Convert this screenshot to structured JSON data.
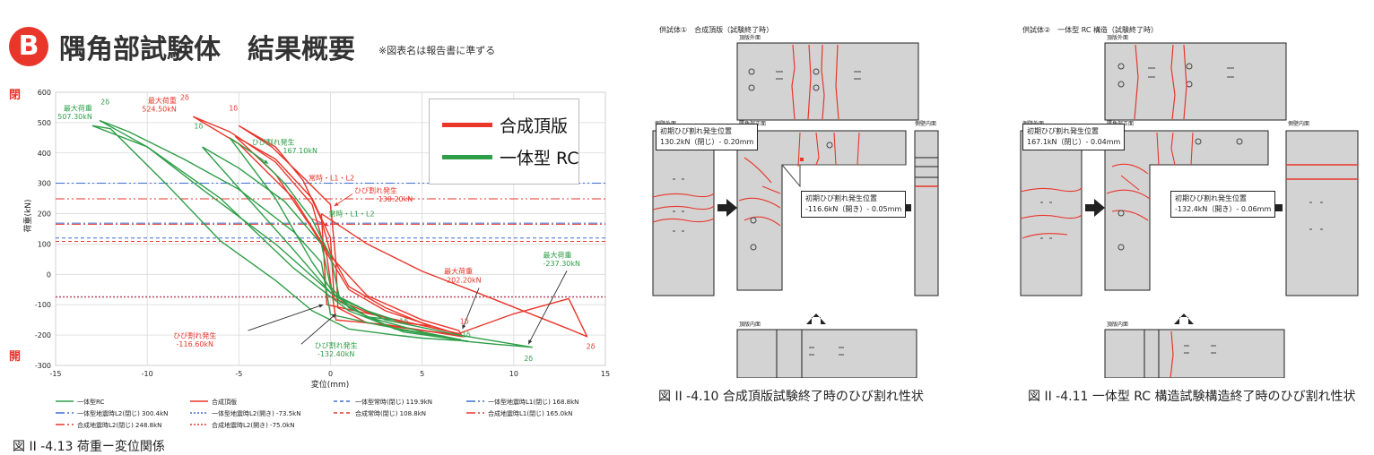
{
  "header": {
    "badge": "B",
    "title_part1": "隅角部試験体",
    "title_part2": "結果概要",
    "note": "※図表名は報告書に準ずる"
  },
  "side_labels": {
    "top": "閉",
    "bottom": "開"
  },
  "colors": {
    "red": "#e8362b",
    "green": "#2e9e48",
    "blue": "#3f6fd0",
    "badge": "#e8362b"
  },
  "chart_data": {
    "type": "line",
    "xlabel": "変位(mm)",
    "ylabel": "荷重(kN)",
    "xlim": [
      -15,
      15
    ],
    "ylim": [
      -300,
      600
    ],
    "xticks": [
      -15,
      -10,
      -5,
      0,
      5,
      10,
      15
    ],
    "yticks": [
      -300,
      -200,
      -100,
      0,
      100,
      200,
      300,
      400,
      500,
      600
    ],
    "grid": true,
    "legend_position": "top-right",
    "series": [
      {
        "name": "合成頂版",
        "color": "#e8362b",
        "loops": [
          [
            [
              -5,
              490
            ],
            [
              -3.2,
              420
            ],
            [
              -1.5,
              320
            ],
            [
              0,
              230
            ],
            [
              0.3,
              40
            ],
            [
              0.4,
              -110
            ],
            [
              2,
              -160
            ],
            [
              5,
              -185
            ],
            [
              7.1,
              -200
            ],
            [
              5,
              -160
            ],
            [
              3,
              -110
            ],
            [
              1,
              -40
            ],
            [
              0,
              70
            ],
            [
              -0.5,
              180
            ],
            [
              -1.5,
              310
            ],
            [
              -3,
              420
            ],
            [
              -5,
              490
            ]
          ],
          [
            [
              -7.5,
              520
            ],
            [
              -5.5,
              470
            ],
            [
              -3,
              370
            ],
            [
              -1,
              230
            ],
            [
              -0.2,
              60
            ],
            [
              0.3,
              -150
            ],
            [
              3,
              -165
            ],
            [
              7.2,
              -205
            ],
            [
              7,
              -185
            ],
            [
              5,
              -150
            ],
            [
              2,
              -70
            ],
            [
              0,
              60
            ],
            [
              -2,
              250
            ],
            [
              -5,
              430
            ],
            [
              -7.5,
              520
            ]
          ],
          [
            [
              -0.5,
              200
            ],
            [
              -0.2,
              -100
            ],
            [
              2.5,
              -135
            ],
            [
              7,
              -195
            ],
            [
              10,
              -130
            ],
            [
              13,
              -80
            ],
            [
              14,
              -205
            ],
            [
              13,
              -180
            ],
            [
              8,
              -60
            ],
            [
              5,
              10
            ],
            [
              2,
              100
            ],
            [
              0,
              180
            ],
            [
              -0.5,
              200
            ]
          ],
          [
            [
              -5.2,
              455
            ],
            [
              -3,
              380
            ],
            [
              -1,
              250
            ],
            [
              0,
              120
            ],
            [
              0.2,
              -80
            ],
            [
              2,
              -125
            ],
            [
              4,
              -160
            ],
            [
              5.5,
              -170
            ],
            [
              3,
              -120
            ],
            [
              1,
              -50
            ],
            [
              -1,
              150
            ],
            [
              -3,
              330
            ],
            [
              -5.2,
              455
            ]
          ]
        ]
      },
      {
        "name": "一体型 RC",
        "color": "#2e9e48",
        "loops": [
          [
            [
              -12.6,
              507
            ],
            [
              -11,
              470
            ],
            [
              -8,
              380
            ],
            [
              -5,
              280
            ],
            [
              -2,
              140
            ],
            [
              -0.5,
              40
            ],
            [
              0,
              -132
            ],
            [
              2.5,
              -165
            ],
            [
              7.3,
              -220
            ],
            [
              9,
              -230
            ],
            [
              11,
              -240
            ],
            [
              7,
              -200
            ],
            [
              3,
              -150
            ],
            [
              0,
              -60
            ],
            [
              -3,
              100
            ],
            [
              -7,
              280
            ],
            [
              -10,
              420
            ],
            [
              -12.6,
              507
            ]
          ],
          [
            [
              -7,
              420
            ],
            [
              -5,
              350
            ],
            [
              -2.5,
              240
            ],
            [
              -0.5,
              100
            ],
            [
              0,
              -40
            ],
            [
              1,
              -110
            ],
            [
              3.5,
              -180
            ],
            [
              7.1,
              -215
            ],
            [
              5,
              -190
            ],
            [
              2,
              -140
            ],
            [
              0,
              -60
            ],
            [
              -2,
              80
            ],
            [
              -4.5,
              250
            ],
            [
              -7,
              420
            ]
          ],
          [
            [
              -13,
              490
            ],
            [
              -12,
              480
            ],
            [
              -9,
              300
            ],
            [
              -6,
              110
            ],
            [
              -3,
              -20
            ],
            [
              -1,
              -120
            ],
            [
              1,
              -180
            ],
            [
              3.5,
              -200
            ],
            [
              5,
              -210
            ],
            [
              7.5,
              -220
            ],
            [
              4,
              -190
            ],
            [
              1,
              -120
            ],
            [
              -2,
              20
            ],
            [
              -6,
              250
            ],
            [
              -10,
              420
            ],
            [
              -13,
              490
            ]
          ],
          [
            [
              -5.5,
              450
            ],
            [
              -4,
              390
            ],
            [
              -2.5,
              300
            ],
            [
              -1,
              180
            ],
            [
              0,
              60
            ],
            [
              0.5,
              -80
            ],
            [
              2,
              -120
            ],
            [
              3.5,
              -150
            ],
            [
              2,
              -140
            ],
            [
              0.5,
              -90
            ],
            [
              -1,
              40
            ],
            [
              -3,
              250
            ],
            [
              -5.5,
              450
            ]
          ]
        ]
      }
    ],
    "reference_lines": [
      {
        "label": "一体型常時(閉じ) 119.9kN",
        "y": 119.9,
        "color": "#3f6fd0",
        "dash": "4,3"
      },
      {
        "label": "一体型地震時L1(閉じ) 168.8kN",
        "y": 168.8,
        "color": "#3f6fd0",
        "dash": "10,3,2,3"
      },
      {
        "label": "一体型地震時L2(閉じ) 300.4kN",
        "y": 300.4,
        "color": "#3f6fd0",
        "dash": "10,3,2,3,2,3"
      },
      {
        "label": "一体型地震時L2(開き) -73.5kN",
        "y": -73.5,
        "color": "#3f6fd0",
        "dash": "2,2"
      },
      {
        "label": "合成常時(閉じ) 108.8kN",
        "y": 108.8,
        "color": "#e8362b",
        "dash": "4,3"
      },
      {
        "label": "合成地震時L1(閉じ) 165.0kN",
        "y": 165.0,
        "color": "#e8362b",
        "dash": "10,3,2,3"
      },
      {
        "label": "合成地震時L2(閉じ) 248.8kN",
        "y": 248.8,
        "color": "#e8362b",
        "dash": "10,3,2,3,2,3"
      },
      {
        "label": "合成地震時L2(開き) -75.0kN",
        "y": -75.0,
        "color": "#e8362b",
        "dash": "2,2"
      }
    ],
    "annotations": [
      {
        "text": "最大荷重",
        "x": -13,
        "y": 540,
        "color": "green",
        "align": "end"
      },
      {
        "text": "507.30kN",
        "x": -13,
        "y": 512,
        "color": "green",
        "align": "end"
      },
      {
        "text": "2δ",
        "x": -12.3,
        "y": 560,
        "color": "green",
        "align": "middle"
      },
      {
        "text": "1δ",
        "x": -7.2,
        "y": 480,
        "color": "green",
        "align": "middle"
      },
      {
        "text": "最大荷重",
        "x": -8.4,
        "y": 565,
        "color": "red",
        "align": "end"
      },
      {
        "text": "524.50kN",
        "x": -8.4,
        "y": 537,
        "color": "red",
        "align": "end"
      },
      {
        "text": "2δ",
        "x": -8.2,
        "y": 575,
        "color": "red",
        "align": "start"
      },
      {
        "text": "1δ",
        "x": -5.3,
        "y": 540,
        "color": "red",
        "align": "middle"
      },
      {
        "text": "ひび割れ発生",
        "x": -4.3,
        "y": 427,
        "color": "green",
        "align": "start"
      },
      {
        "text": "167.10kN",
        "x": -2.6,
        "y": 399,
        "color": "green",
        "align": "start"
      },
      {
        "text": "常時・L1・L2",
        "x": -1.2,
        "y": 310,
        "color": "red",
        "align": "start"
      },
      {
        "text": "ひび割れ発生",
        "x": 1.3,
        "y": 268,
        "color": "red",
        "align": "start"
      },
      {
        "text": "130.20kN",
        "x": 2.6,
        "y": 240,
        "color": "red",
        "align": "start"
      },
      {
        "text": "常時・L1・L2",
        "x": -0.1,
        "y": 192,
        "color": "green",
        "align": "start"
      },
      {
        "text": "最大荷重",
        "x": 6.2,
        "y": 2,
        "color": "red",
        "align": "start"
      },
      {
        "text": "-202.20kN",
        "x": 6.2,
        "y": -27,
        "color": "red",
        "align": "start"
      },
      {
        "text": "最大荷重",
        "x": 11.6,
        "y": 55,
        "color": "green",
        "align": "start"
      },
      {
        "text": "-237.30kN",
        "x": 11.6,
        "y": 27,
        "color": "green",
        "align": "start"
      },
      {
        "text": "ひび割れ発生",
        "x": -7.4,
        "y": -210,
        "color": "red",
        "align": "middle"
      },
      {
        "text": "-116.60kN",
        "x": -7.4,
        "y": -238,
        "color": "red",
        "align": "middle"
      },
      {
        "text": "ひび割れ発生",
        "x": 0.3,
        "y": -242,
        "color": "green",
        "align": "middle"
      },
      {
        "text": "-132.40kN",
        "x": 0.3,
        "y": -270,
        "color": "green",
        "align": "middle"
      },
      {
        "text": "1δ",
        "x": 4,
        "y": -163,
        "color": "green",
        "align": "middle"
      },
      {
        "text": "1δ",
        "x": 7.3,
        "y": -163,
        "color": "red",
        "align": "middle"
      },
      {
        "text": "1δ",
        "x": 7.4,
        "y": -207,
        "color": "green",
        "align": "middle"
      },
      {
        "text": "2δ",
        "x": 14.2,
        "y": -245,
        "color": "red",
        "align": "middle"
      },
      {
        "text": "2δ",
        "x": 10.8,
        "y": -285,
        "color": "green",
        "align": "middle"
      }
    ],
    "arrows": [
      {
        "from": [
          -1,
          183
        ],
        "to": [
          -0.1,
          160
        ],
        "color": "red"
      },
      {
        "from": [
          1.2,
          265
        ],
        "to": [
          0.2,
          225
        ],
        "color": "red"
      },
      {
        "from": [
          -4.6,
          415
        ],
        "to": [
          -3.4,
          365
        ],
        "color": "green"
      },
      {
        "from": [
          -4.5,
          -185
        ],
        "to": [
          -0.4,
          -100
        ],
        "color": "dark"
      },
      {
        "from": [
          -1.6,
          -230
        ],
        "to": [
          0.3,
          -130
        ],
        "color": "dark"
      },
      {
        "from": [
          8.1,
          -45
        ],
        "to": [
          7.2,
          -180
        ],
        "color": "dark"
      },
      {
        "from": [
          12.9,
          12
        ],
        "to": [
          10.8,
          -230
        ],
        "color": "dark"
      }
    ],
    "legend": [
      {
        "label": "合成頂版",
        "color": "#e8362b"
      },
      {
        "label": "一体型 RC",
        "color": "#2e9e48"
      }
    ],
    "bottom_legend": [
      {
        "label": "一体型RC",
        "color": "#2e9e48",
        "dash": ""
      },
      {
        "label": "合成頂版",
        "color": "#e8362b",
        "dash": ""
      },
      {
        "label": "一体型常時(閉じ) 119.9kN",
        "color": "#3f6fd0",
        "dash": "4,3"
      },
      {
        "label": "一体型地震時L1(閉じ) 168.8kN",
        "color": "#3f6fd0",
        "dash": "10,3,2,3"
      },
      {
        "label": "一体型地震時L2(閉じ) 300.4kN",
        "color": "#3f6fd0",
        "dash": "10,3,2,3,2,3"
      },
      {
        "label": "一体型地震時L2(開き) -73.5kN",
        "color": "#3f6fd0",
        "dash": "2,2"
      },
      {
        "label": "合成常時(閉じ) 108.8kN",
        "color": "#e8362b",
        "dash": "4,3"
      },
      {
        "label": "合成地震時L1(閉じ) 165.0kN",
        "color": "#e8362b",
        "dash": "10,3,2,3"
      },
      {
        "label": "合成地震時L2(閉じ) 248.8kN",
        "color": "#e8362b",
        "dash": "10,3,2,3,2,3"
      },
      {
        "label": "合成地震時L2(開き) -75.0kN",
        "color": "#e8362b",
        "dash": "2,2"
      }
    ]
  },
  "figure_caption_left": "図 II -4.13 荷重ー変位関係",
  "diagram1": {
    "title": "供試体①　合成頂版（試験終了時）",
    "labels": {
      "top_outer": "頂版外面",
      "left_outer": "側壁外面",
      "corner_front": "隅角部正面",
      "right_inner": "側壁内面",
      "bottom_inner": "頂版内面"
    },
    "note_closing": {
      "line1": "初期ひび割れ発生位置",
      "line2": "130.2kN（閉じ）- 0.20mm"
    },
    "note_opening": {
      "line1": "初期ひび割れ発生位置",
      "line2": "-116.6kN（開き）- 0.05mm"
    },
    "caption": "図 II -4.10 合成頂版試験終了時のひび割れ性状"
  },
  "diagram2": {
    "title": "供試体②　一体型 RC 構造（試験終了時）",
    "labels": {
      "top_outer": "頂版外面",
      "left_outer": "側壁外面",
      "corner_front": "隅角部正面",
      "right_inner": "側壁内面",
      "bottom_inner": "頂版内面"
    },
    "note_closing": {
      "line1": "初期ひび割れ発生位置",
      "line2": "167.1kN（閉じ）- 0.04mm"
    },
    "note_opening": {
      "line1": "初期ひび割れ発生位置",
      "line2": "-132.4kN（開き）- 0.06mm"
    },
    "caption": "図 II -4.11 一体型 RC 構造試験構造終了時のひび割れ性状"
  }
}
